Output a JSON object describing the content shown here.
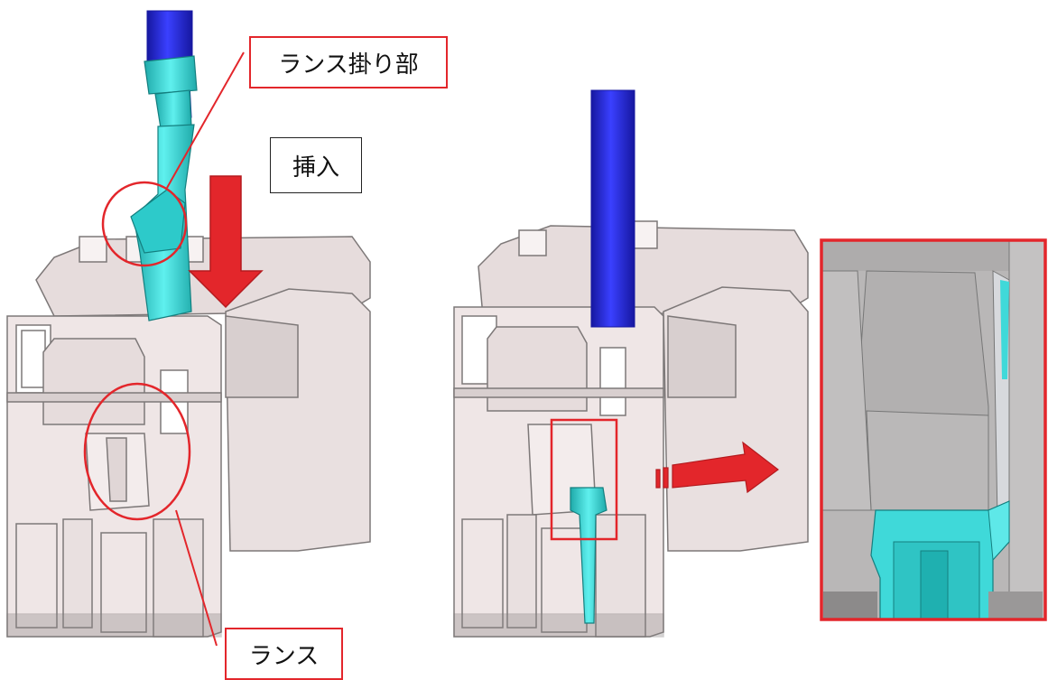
{
  "labels": {
    "lance_hook": "ランス掛り部",
    "insert": "挿入",
    "lance": "ランス"
  },
  "colors": {
    "housing": "#efe6e6",
    "housing_shade": "#d8cfcf",
    "housing_edge": "#7d7878",
    "terminal": "#3fd9d9",
    "terminal_dark": "#1faaaa",
    "wire": "#2a2fe0",
    "wire_dark": "#1617a0",
    "annotation_red": "#e3262b",
    "zoom_grey": "#b9b7b7"
  },
  "icons": [
    "down-arrow-icon",
    "right-arrow-icon"
  ]
}
